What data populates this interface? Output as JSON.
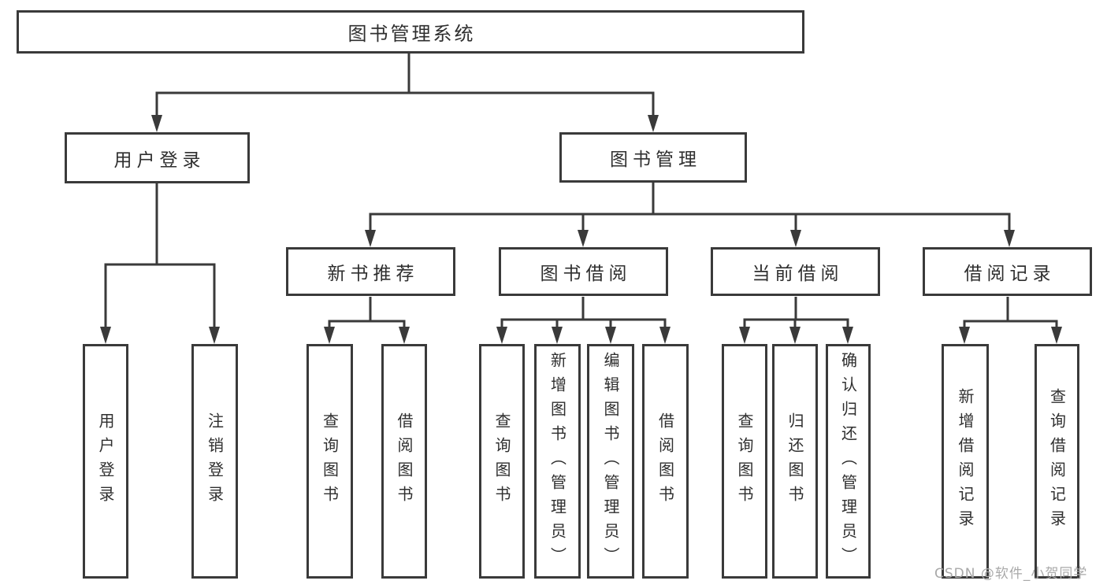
{
  "diagram": {
    "title": "图书管理系统",
    "root": {
      "label": "图书管理系统"
    },
    "level2": [
      {
        "label": "用户登录",
        "parent": "图书管理系统"
      },
      {
        "label": "图书管理",
        "parent": "图书管理系统"
      }
    ],
    "level3": [
      {
        "label": "新书推荐",
        "parent": "图书管理"
      },
      {
        "label": "图书借阅",
        "parent": "图书管理"
      },
      {
        "label": "当前借阅",
        "parent": "图书管理"
      },
      {
        "label": "借阅记录",
        "parent": "图书管理"
      }
    ],
    "leaves": [
      {
        "label": "用户登录",
        "parent": "用户登录"
      },
      {
        "label": "注销登录",
        "parent": "用户登录"
      },
      {
        "label": "查询图书",
        "parent": "新书推荐"
      },
      {
        "label": "借阅图书",
        "parent": "新书推荐"
      },
      {
        "label": "查询图书",
        "parent": "图书借阅"
      },
      {
        "label": "新增图书（管理员）",
        "parent": "图书借阅"
      },
      {
        "label": "编辑图书（管理员）",
        "parent": "图书借阅"
      },
      {
        "label": "借阅图书",
        "parent": "图书借阅"
      },
      {
        "label": "查询图书",
        "parent": "当前借阅"
      },
      {
        "label": "归还图书",
        "parent": "当前借阅"
      },
      {
        "label": "确认归还（管理员）",
        "parent": "当前借阅"
      },
      {
        "label": "新增借阅记录",
        "parent": "借阅记录"
      },
      {
        "label": "查询借阅记录",
        "parent": "借阅记录"
      }
    ]
  },
  "watermark": {
    "text": "CSDN @软件_小贺同学"
  },
  "colors": {
    "line": "#3a3a3a",
    "border": "#3a3a3a",
    "text": "#2f2f2f",
    "background": "#ffffff",
    "watermark": "#a9a9a9"
  }
}
